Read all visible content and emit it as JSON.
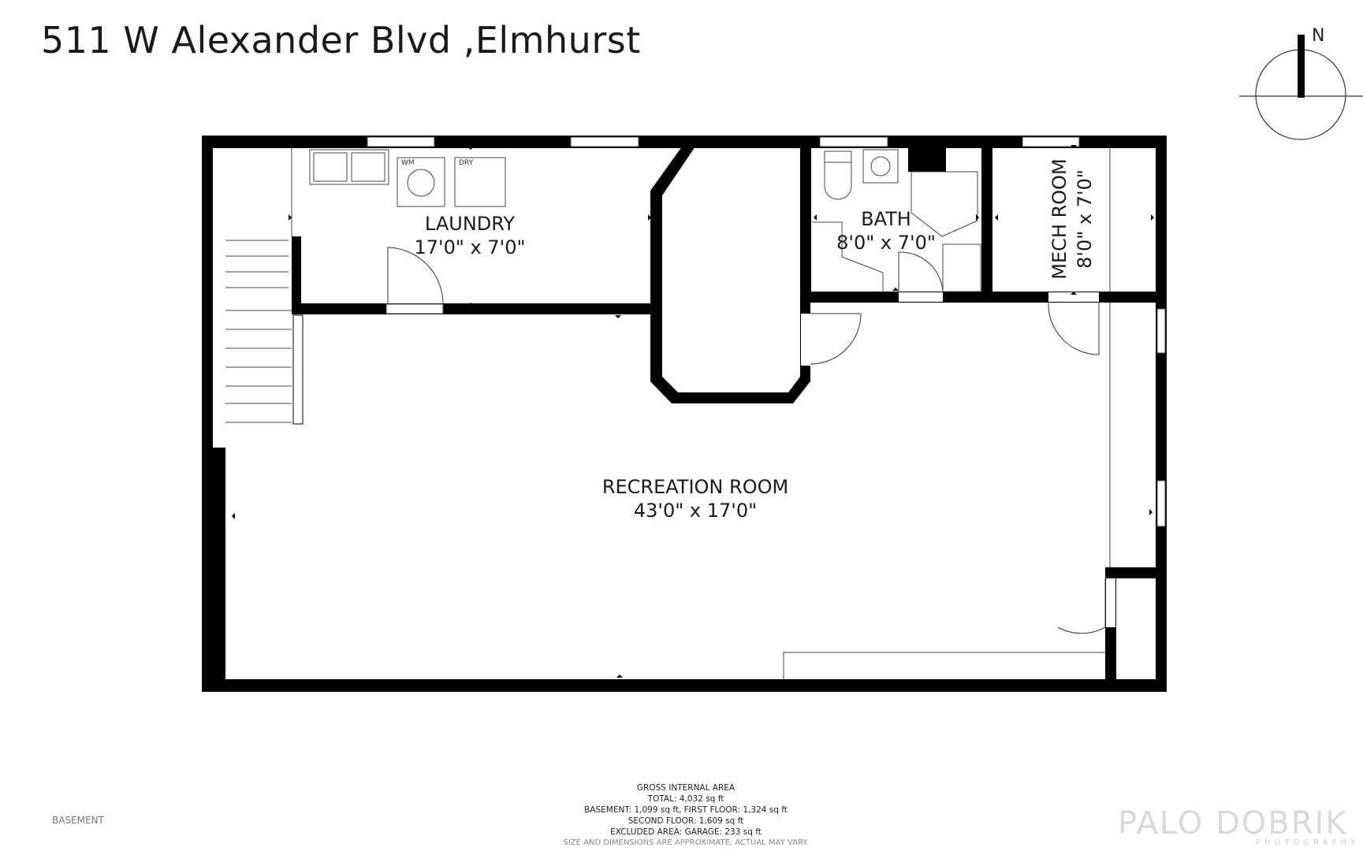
{
  "header": {
    "title": "511 W Alexander Blvd ,Elmhurst"
  },
  "compass": {
    "label": "N"
  },
  "rooms": [
    {
      "name": "LAUNDRY",
      "size": "17'0\" x 7'0\""
    },
    {
      "name": "BATH",
      "size": "8'0\" x 7'0\""
    },
    {
      "name": "MECH ROOM",
      "size": "8'0\" x 7'0\""
    },
    {
      "name": "RECREATION ROOM",
      "size": "43'0\" x 17'0\""
    }
  ],
  "appliances": {
    "washer": "WM",
    "dryer": "DRY"
  },
  "area_summary": {
    "heading": "GROSS INTERNAL AREA",
    "total": "TOTAL: 4,032 sq ft",
    "basement_first": "BASEMENT: 1,099 sq ft, FIRST FLOOR: 1,324 sq ft",
    "second": "SECOND FLOOR: 1,609 sq ft",
    "excluded": "EXCLUDED AREA: GARAGE: 233 sq ft",
    "disclaimer": "SIZE AND DIMENSIONS ARE APPROXIMATE, ACTUAL MAY VARY."
  },
  "floor_label": "BASEMENT",
  "branding": {
    "name": "PALO DOBRIK",
    "tagline": "PHOTOGRAPHY"
  },
  "colors": {
    "wall": "#000000",
    "background": "#ffffff",
    "logo": "#d9d9d9"
  }
}
